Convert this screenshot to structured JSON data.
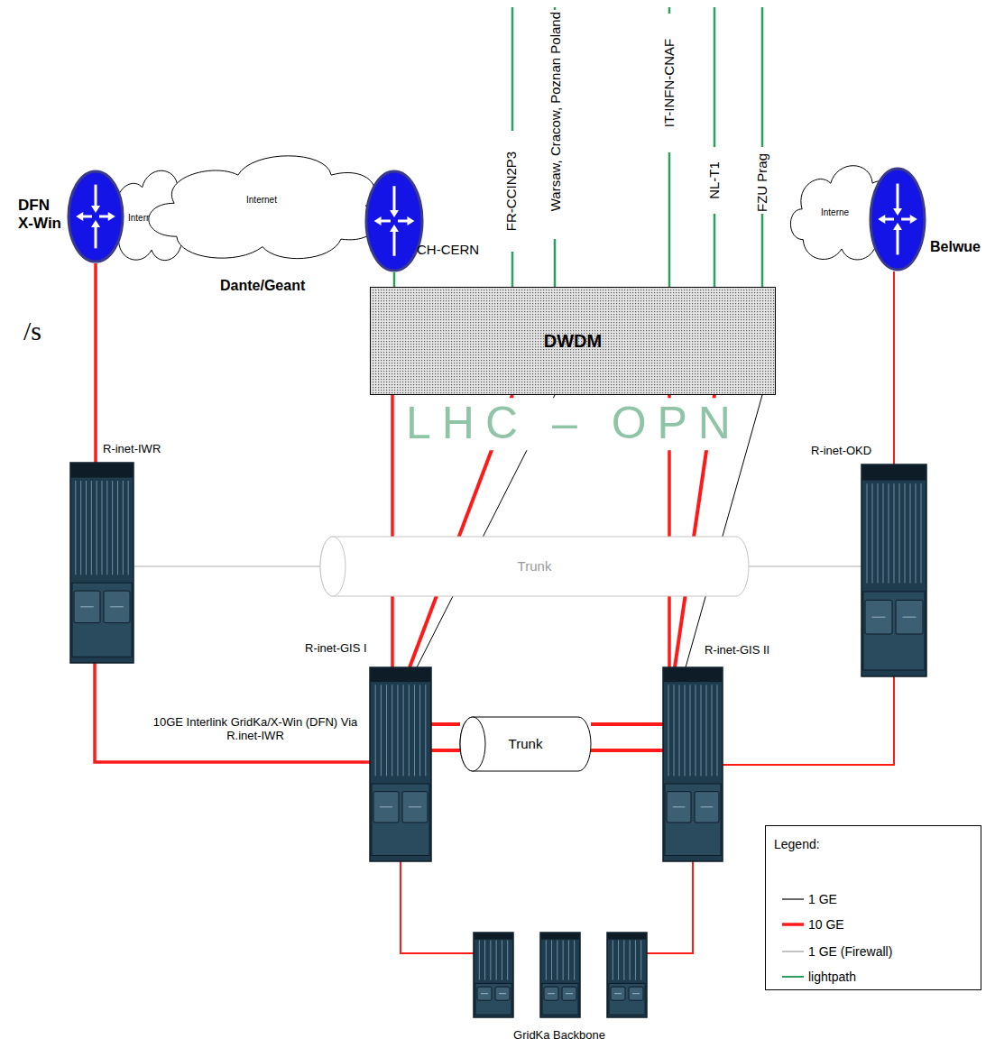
{
  "diagram": {
    "nodes": [
      {
        "text": [
          "DFN X-Win"
        ]
      },
      {
        "text": [
          "Intern"
        ]
      },
      {
        "text": [
          "Internet"
        ]
      },
      {
        "text": [
          "CH-CERN"
        ]
      },
      {
        "text": [
          "Interne"
        ]
      },
      {
        "text": [
          "Belwue"
        ]
      },
      {
        "text": [
          "DWDM"
        ]
      },
      {
        "text": [
          "R-inet-IWR"
        ]
      },
      {
        "text": [
          "Trunk"
        ]
      },
      {
        "text": [
          "R-inet-OKD"
        ]
      },
      {
        "text": [
          "R-inet-GIS I"
        ]
      },
      {
        "text": [
          "Trunk"
        ]
      },
      {
        "text": [
          "R-inet-GIS II"
        ]
      },
      {
        "text": [
          "GridKa Backbone"
        ]
      }
    ],
    "edges": [
      {
        "from": 0,
        "to": 7,
        "arrow": "none"
      },
      {
        "from": 7,
        "to": 10,
        "label": "10GE Interlink GridKa/X-Win (DFN) Via R.inet-IWR",
        "arrow": "none"
      },
      {
        "from": 3,
        "to": 6,
        "arrow": "none"
      },
      {
        "from": 6,
        "to": 10,
        "arrow": "none"
      },
      {
        "from": 6,
        "to": 10,
        "arrow": "none"
      },
      {
        "from": 6,
        "to": 10,
        "arrow": "none"
      },
      {
        "from": 6,
        "to": 12,
        "arrow": "none"
      },
      {
        "from": 6,
        "to": 12,
        "arrow": "none"
      },
      {
        "from": 6,
        "to": 12,
        "arrow": "none"
      },
      {
        "from": 7,
        "to": 8,
        "arrow": "none"
      },
      {
        "from": 8,
        "to": 9,
        "arrow": "none"
      },
      {
        "from": 10,
        "to": 11,
        "arrow": "none"
      },
      {
        "from": 10,
        "to": 11,
        "arrow": "none"
      },
      {
        "from": 11,
        "to": 12,
        "arrow": "none"
      },
      {
        "from": 11,
        "to": 12,
        "arrow": "none"
      },
      {
        "from": 12,
        "to": 9,
        "arrow": "none"
      },
      {
        "from": 5,
        "to": 9,
        "arrow": "none"
      },
      {
        "from": 10,
        "to": 13,
        "arrow": "none"
      },
      {
        "from": 12,
        "to": 13,
        "arrow": "none"
      }
    ],
    "labels": [
      "Dante/Geant",
      "FR-CCIN2P3",
      "Warsaw, Cracow, Poznan Poland",
      "IT-INFN-CNAF",
      "NL-T1",
      "FZU Prag",
      "LHC – OPN",
      "Legend:",
      "/s"
    ],
    "legend": [
      {
        "text": "1 GE"
      },
      {
        "text": "10 GE"
      },
      {
        "text": "1 GE (Firewall)"
      },
      {
        "text": "lightpath"
      }
    ]
  }
}
